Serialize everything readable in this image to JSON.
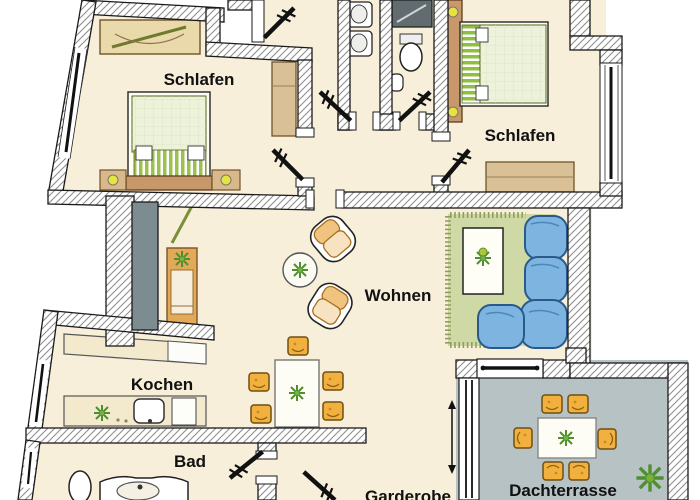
{
  "rooms": {
    "bedroom_left": "Schlafen",
    "bedroom_right": "Schlafen",
    "living_room": "Wohnen",
    "kitchen": "Kochen",
    "bathroom": "Bad",
    "cloakroom": "Garderobe",
    "roof_terrace": "Dachterrasse"
  },
  "colors": {
    "floor": "#f7efda",
    "outside": "#ffffff",
    "wall_line": "#1a1a1a",
    "wall_hatch": "#8f8f8f",
    "terrace_floor": "#b7c2c5",
    "rug_green": "#cfd9a6",
    "sofa_blue": "#7db4e0",
    "chair_yellow": "#f2b13e",
    "wood_light": "#d9c096",
    "headboard_brown": "#c9986a",
    "lamp_yellow": "#e8e43f",
    "plant_green": "#4f8f2f",
    "chimney_gray": "#7d8c90",
    "shower_gray": "#616b70",
    "blanket_green": "#edf3da"
  }
}
